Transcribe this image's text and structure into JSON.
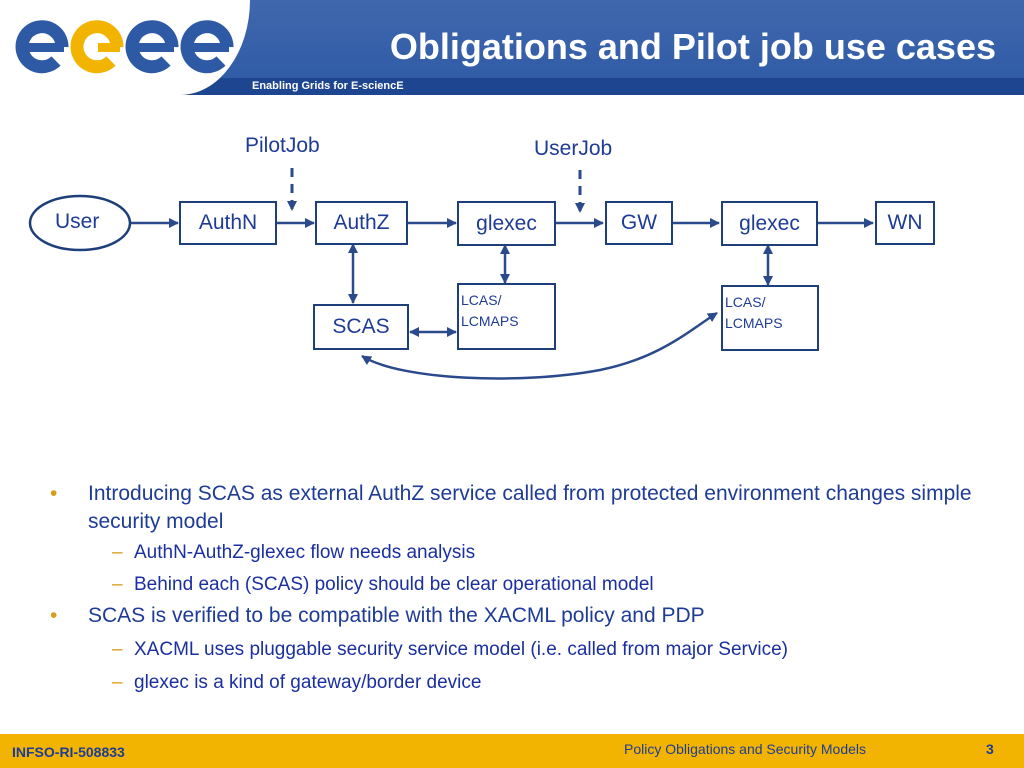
{
  "header": {
    "logo_alt": "egee",
    "title": "Obligations and Pilot job use cases",
    "tagline": "Enabling Grids for E-sciencE"
  },
  "diagram": {
    "user": "User",
    "authn": "AuthN",
    "authz": "AuthZ",
    "glexec1": "glexec",
    "gw": "GW",
    "glexec2": "glexec",
    "wn": "WN",
    "scas": "SCAS",
    "lcas1_line1": "LCAS/",
    "lcas1_line2": "LCMAPS",
    "lcas2_line1": "LCAS/",
    "lcas2_line2": "LCMAPS",
    "pilotjob": "PilotJob",
    "userjob": "UserJob"
  },
  "bullets": {
    "b1": "Introducing SCAS as external AuthZ service called from protected environment changes simple security model",
    "b1_1": "AuthN-AuthZ-glexec flow needs analysis",
    "b1_2": "Behind each (SCAS) policy should be clear operational model",
    "b2": "SCAS is verified to be compatible with the XACML policy and PDP",
    "b2_1": "XACML uses pluggable security service model (i.e. called from major Service)",
    "b2_2": "glexec is a kind of gateway/border device",
    "mark1": "•",
    "mark2": "–"
  },
  "footer": {
    "left": "INFSO-RI-508833",
    "center": "Policy Obligations and Security Models",
    "page": "3"
  },
  "colors": {
    "header_blue": "#2e5aa5",
    "footer_gold": "#f2b400",
    "text_blue": "#1e3c96",
    "bullet_orange": "#d99b1c"
  }
}
